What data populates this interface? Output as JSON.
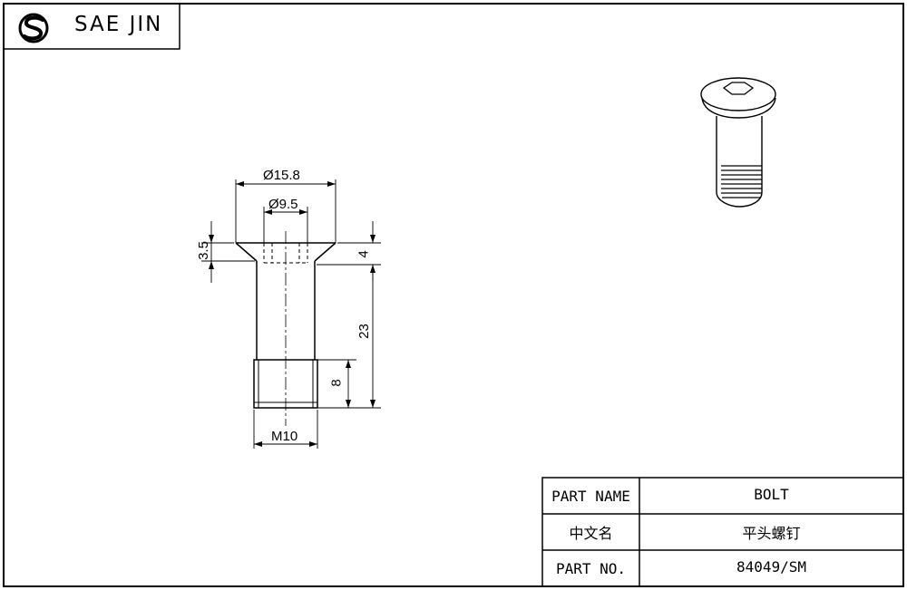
{
  "brand": {
    "name": "SAE JIN"
  },
  "drawing": {
    "dimensions": {
      "head_diameter": "Ø15.8",
      "socket_diameter": "Ø9.5",
      "head_height": "3.5",
      "head_total": "4",
      "shank_length": "23",
      "thread_length": "8",
      "thread_size": "M10"
    }
  },
  "title_block": {
    "rows": [
      {
        "label": "PART NAME",
        "value": "BOLT"
      },
      {
        "label": "中文名",
        "value": "平头螺钉"
      },
      {
        "label": "PART NO.",
        "value": "84049/SM"
      }
    ]
  }
}
